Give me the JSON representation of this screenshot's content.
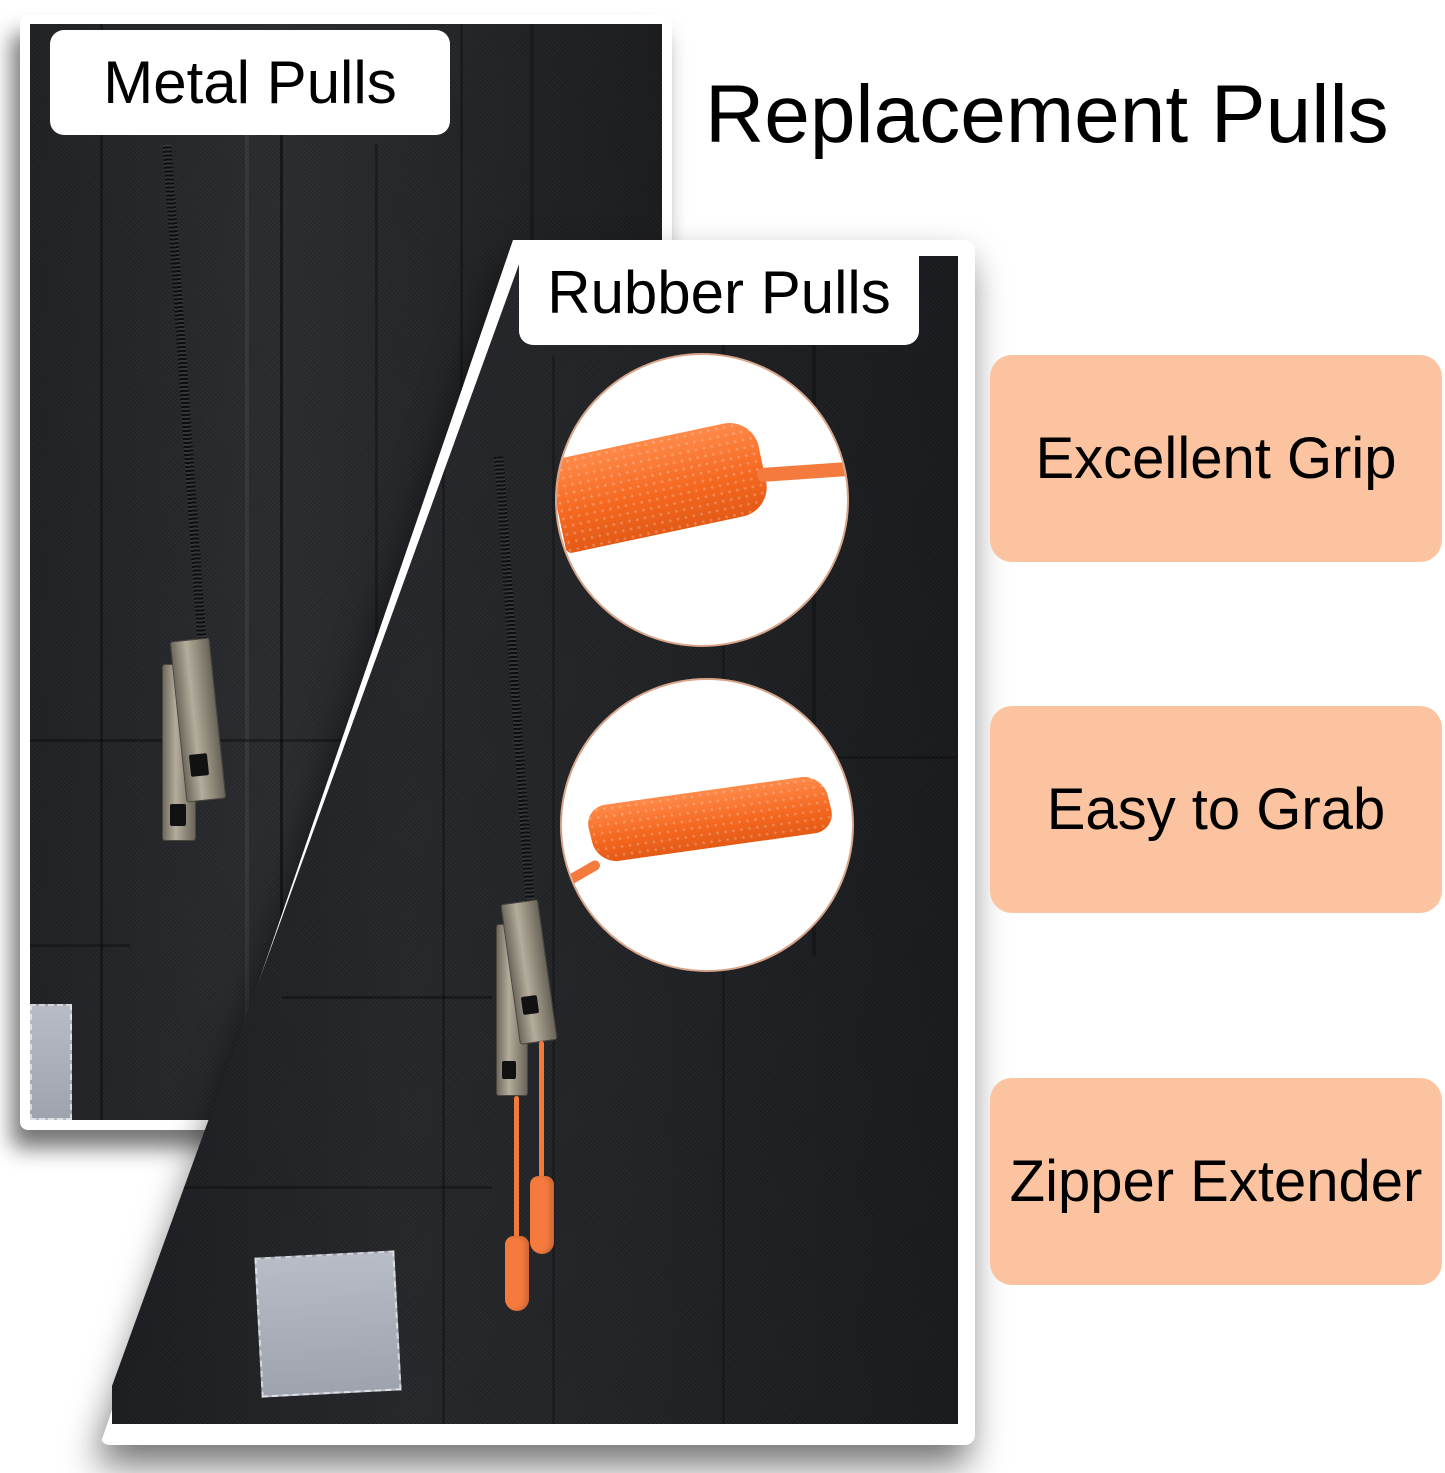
{
  "title": "Replacement Pulls",
  "panels": {
    "left": {
      "label": "Metal Pulls",
      "image": "backpack-with-metal-zipper-pulls"
    },
    "right": {
      "label": "Rubber Pulls",
      "image": "backpack-with-orange-rubber-zipper-pulls"
    }
  },
  "insets": [
    {
      "image": "textured-orange-rubber-pull-closeup"
    },
    {
      "image": "curved-orange-rubber-pull-closeup"
    }
  ],
  "features": [
    {
      "label": "Excellent Grip"
    },
    {
      "label": "Easy to Grab"
    },
    {
      "label": "Zipper Extender"
    }
  ],
  "colors": {
    "feature_bg": "#fcc3a0",
    "pull_orange": "#f47a3e",
    "backpack_black": "#222427",
    "text": "#000000",
    "background": "#ffffff"
  }
}
